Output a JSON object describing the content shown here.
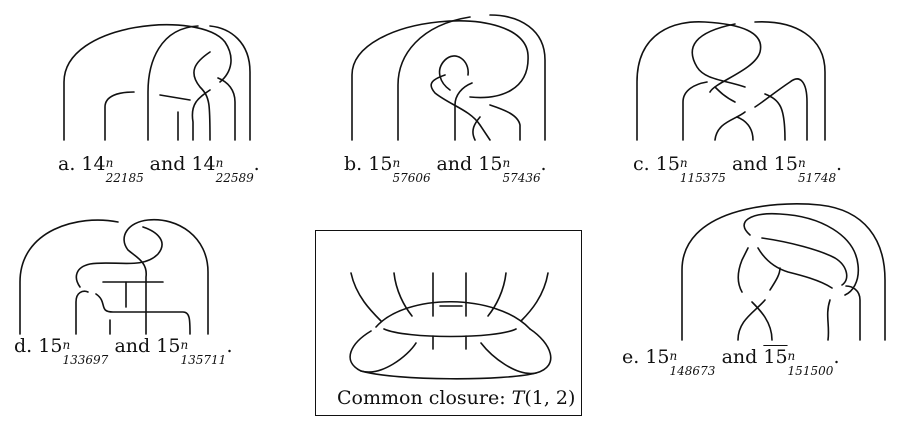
{
  "panels": [
    {
      "letter": "a.",
      "k1": "14",
      "n1": "n",
      "s1": "22185",
      "and": "and",
      "k2": "14",
      "n2": "n",
      "s2": "22589",
      "end": "."
    },
    {
      "letter": "b.",
      "k1": "15",
      "n1": "n",
      "s1": "57606",
      "and": "and",
      "k2": "15",
      "n2": "n",
      "s2": "57436",
      "end": "."
    },
    {
      "letter": "c.",
      "k1": "15",
      "n1": "n",
      "s1": "115375",
      "and": "and",
      "k2": "15",
      "n2": "n",
      "s2": "51748",
      "end": "."
    },
    {
      "letter": "d.",
      "k1": "15",
      "n1": "n",
      "s1": "133697",
      "and": "and",
      "k2": "15",
      "n2": "n",
      "s2": "135711",
      "end": "."
    },
    {
      "letter": "e.",
      "k1": "15",
      "n1": "n",
      "s1": "148673",
      "and": "and",
      "k2": "15",
      "n2": "n",
      "s2": "151500",
      "end": "."
    }
  ],
  "closure": {
    "label": "Common closure: ",
    "name": "T",
    "args": "(1, 2)"
  }
}
